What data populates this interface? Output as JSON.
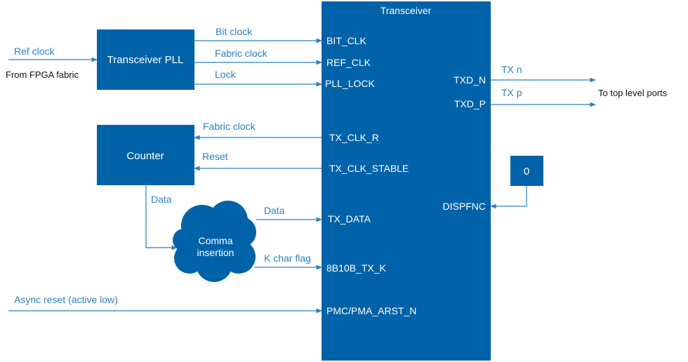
{
  "colors": {
    "block": "#0062a8",
    "wire": "#2b7fc0",
    "text": "#111111"
  },
  "transceiver": {
    "title": "Transceiver",
    "ports_in": {
      "bit_clk": "BIT_CLK",
      "ref_clk": "REF_CLK",
      "pll_lock": "PLL_LOCK",
      "tx_clk_r": "TX_CLK_R",
      "tx_clk_stable": "TX_CLK_STABLE",
      "tx_data": "TX_DATA",
      "tx_k": "8B10B_TX_K",
      "arst": "PMC/PMA_ARST_N"
    },
    "ports_out": {
      "txd_n": "TXD_N",
      "txd_p": "TXD_P",
      "dispfnc": "DISPFNC"
    }
  },
  "pll": {
    "label": "Transceiver PLL"
  },
  "counter": {
    "label": "Counter"
  },
  "constant": {
    "label": "0"
  },
  "comma": {
    "line1": "Comma",
    "line2": "insertion"
  },
  "signals": {
    "ref_clock": "Ref clock",
    "from_fpga": "From FPGA fabric",
    "bit_clock": "Bit clock",
    "fabric_clock_pll": "Fabric clock",
    "lock": "Lock",
    "fabric_clock_counter": "Fabric clock",
    "reset": "Reset",
    "data_counter": "Data",
    "data_comma": "Data",
    "k_char_flag": "K char flag",
    "async_reset": "Async reset (active low)",
    "tx_n": "TX n",
    "tx_p": "TX p",
    "to_top": "To top level ports"
  }
}
